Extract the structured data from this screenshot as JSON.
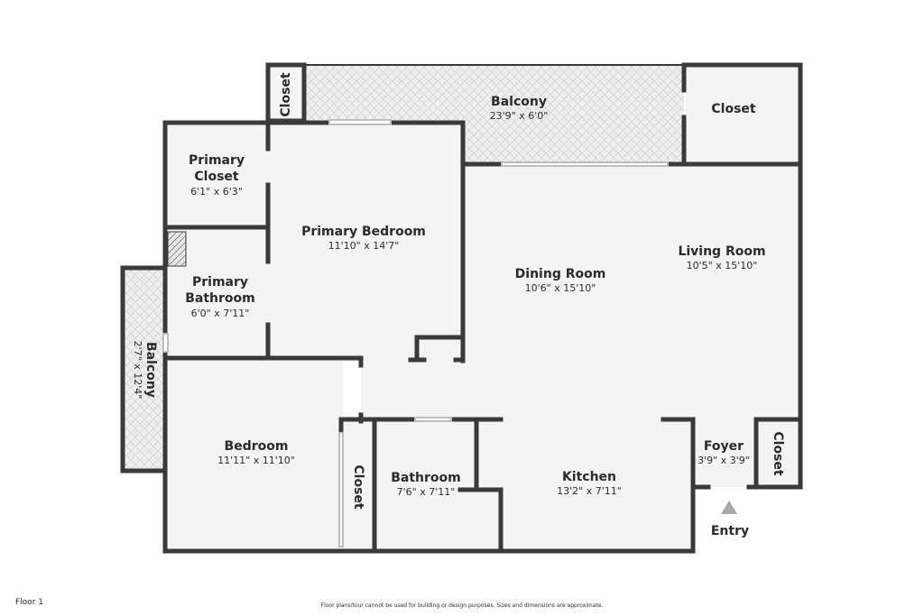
{
  "floor_label": "Floor 1",
  "disclaimer": "Floor plans/tour cannot be used for building or design purposes. Sizes and dimensions are approximate.",
  "entry_label": "Entry",
  "colors": {
    "wall": "#3a3a3a",
    "floor": "#f4f4f4",
    "balcony_floor": "#ededed",
    "pattern": "#d6d6d6",
    "window": "#cfcfcf"
  },
  "rooms": {
    "balcony_top": {
      "name": "Balcony",
      "dims": "23'9\" x 6'0\""
    },
    "closet_top_left": {
      "name": "Closet"
    },
    "closet_top_right": {
      "name": "Closet"
    },
    "primary_closet": {
      "name_line1": "Primary",
      "name_line2": "Closet",
      "dims": "6'1\" x 6'3\""
    },
    "primary_bedroom": {
      "name": "Primary Bedroom",
      "dims": "11'10\" x 14'7\""
    },
    "primary_bathroom": {
      "name_line1": "Primary",
      "name_line2": "Bathroom",
      "dims": "6'0\" x 7'11\""
    },
    "balcony_side": {
      "name": "Balcony",
      "dims": "2'7\" x 12'4\""
    },
    "dining_room": {
      "name": "Dining Room",
      "dims": "10'6\" x 15'10\""
    },
    "living_room": {
      "name": "Living Room",
      "dims": "10'5\" x 15'10\""
    },
    "bedroom": {
      "name": "Bedroom",
      "dims": "11'11\" x 11'10\""
    },
    "closet_bedroom": {
      "name": "Closet"
    },
    "bathroom": {
      "name": "Bathroom",
      "dims": "7'6\" x 7'11\""
    },
    "kitchen": {
      "name": "Kitchen",
      "dims": "13'2\" x 7'11\""
    },
    "foyer": {
      "name": "Foyer",
      "dims": "3'9\" x 3'9\""
    },
    "closet_foyer": {
      "name": "Closet"
    }
  }
}
